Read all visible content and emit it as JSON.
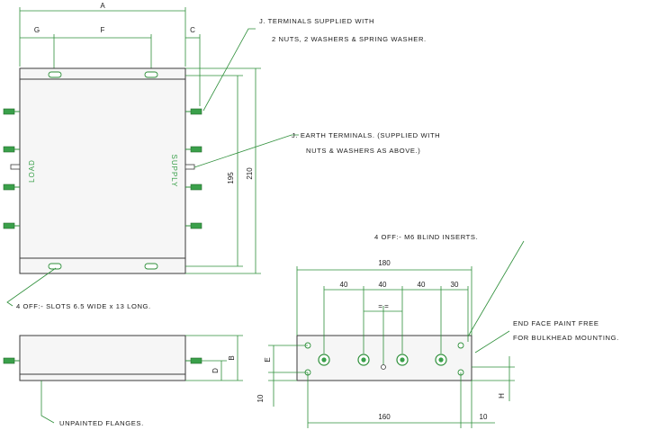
{
  "labels": {
    "dim_a": "A",
    "dim_g": "G",
    "dim_f": "F",
    "dim_c": "C",
    "dim_195": "195",
    "dim_210": "210",
    "dim_d": "D",
    "dim_b": "B",
    "dim_e": "E",
    "dim_h": "H",
    "dim_10_left": "10",
    "dim_10_right": "10",
    "dim_180": "180",
    "dim_40_1": "40",
    "dim_40_2": "40",
    "dim_40_3": "40",
    "dim_30": "30",
    "dim_eq": "= =",
    "dim_160": "160",
    "load": "LOAD",
    "supply": "SUPPLY"
  },
  "notes": {
    "terminals_line1": "J. TERMINALS SUPPLIED WITH",
    "terminals_line2": "2 NUTS, 2 WASHERS & SPRING WASHER.",
    "earth_line1": "J. EARTH TERMINALS.  (SUPPLIED WITH",
    "earth_line2": "NUTS & WASHERS AS ABOVE.)",
    "inserts": "4 OFF:- M6 BLIND INSERTS.",
    "slots": "4 OFF:- SLOTS 6.5 WIDE x 13 LONG.",
    "endface_line1": "END FACE PAINT FREE",
    "endface_line2": "FOR BULKHEAD MOUNTING.",
    "flanges": "UNPAINTED FLANGES."
  },
  "colors": {
    "accent_green": "#3aa04a",
    "outline": "#3a3a3a",
    "body_fill": "#f6f6f6"
  }
}
